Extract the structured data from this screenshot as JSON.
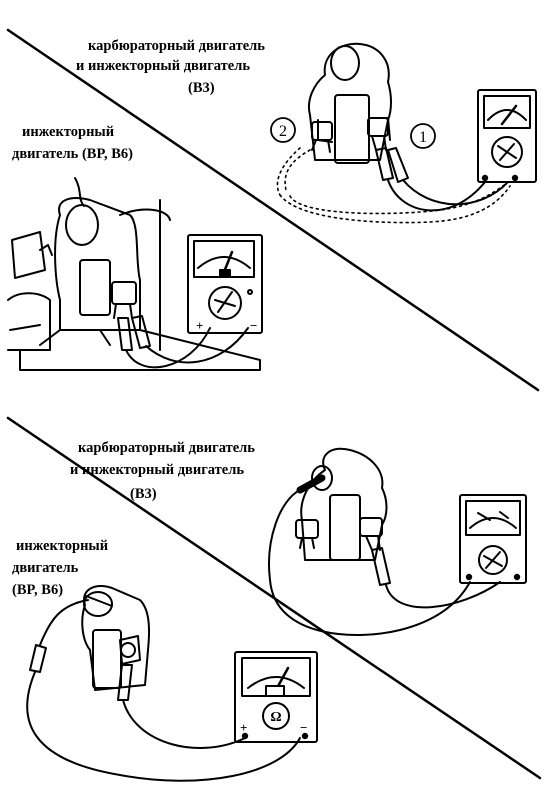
{
  "top_panel": {
    "label_carb_line1": "карбюраторный двигатель",
    "label_carb_line2": "и инжекторный двигатель",
    "label_carb_line3": "(B3)",
    "label_inj_line1": "инжекторный",
    "label_inj_line2": "двигатель (BP, B6)",
    "marker_1": "1",
    "marker_2": "2"
  },
  "bottom_panel": {
    "label_carb_line1": "карбюраторный двигатель",
    "label_carb_line2": "и инжекторный двигатель",
    "label_carb_line3": "(B3)",
    "label_inj_line1": "инжекторный",
    "label_inj_line2": "двигатель",
    "label_inj_line3": "(BP, B6)"
  },
  "meter": {
    "plus_sign": "+",
    "minus_sign": "−",
    "ohm_symbol": "Ω"
  }
}
